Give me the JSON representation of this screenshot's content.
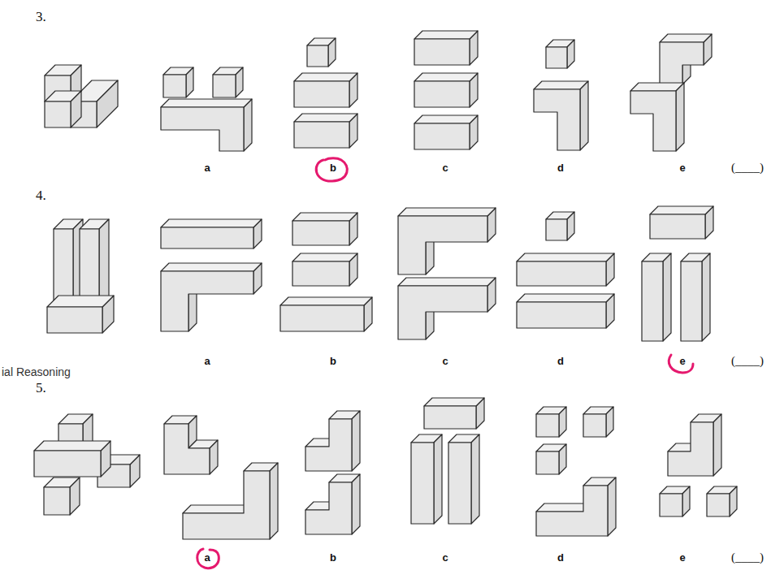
{
  "diagram": {
    "labels": [
      "3.",
      "a",
      "b",
      "c",
      "d",
      "e",
      "(____)",
      "4.",
      "a",
      "b",
      "c",
      "d",
      "e",
      "(____)",
      "ial Reasoning",
      "5.",
      "a",
      "b",
      "c",
      "d",
      "e",
      "(____)"
    ]
  }
}
